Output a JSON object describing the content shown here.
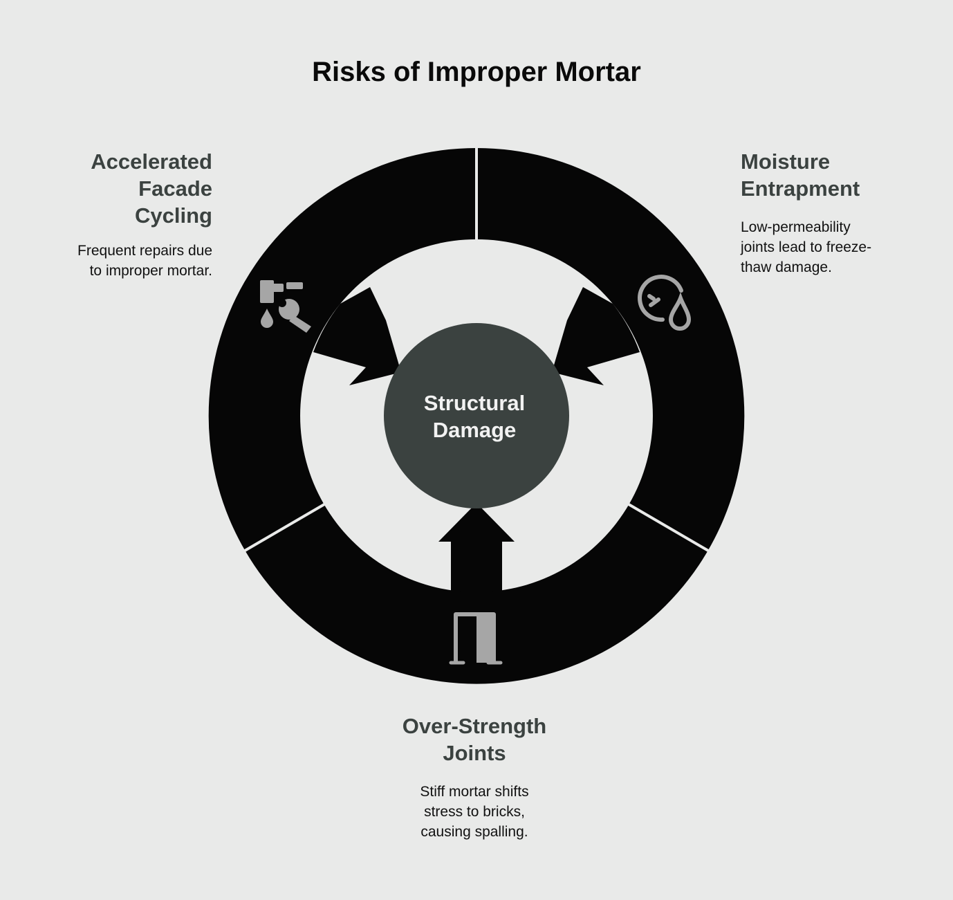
{
  "title": "Risks of Improper Mortar",
  "center": {
    "label": "Structural\nDamage"
  },
  "risks": [
    {
      "heading": "Accelerated\nFacade\nCycling",
      "description": "Frequent repairs due\nto improper mortar.",
      "icon": "faucet-wrench-icon"
    },
    {
      "heading": "Moisture\nEntrapment",
      "description": "Low-permeability\njoints lead to freeze-\nthaw damage.",
      "icon": "gauge-droplet-icon"
    },
    {
      "heading": "Over-Strength\nJoints",
      "description": "Stiff mortar shifts\nstress to bricks,\ncausing spalling.",
      "icon": "stiff-joint-icon"
    }
  ],
  "colors": {
    "background": "#e9eae9",
    "ring": "#060606",
    "center": "#3b4240",
    "icon": "#a6a6a6",
    "heading": "#3b4240"
  }
}
